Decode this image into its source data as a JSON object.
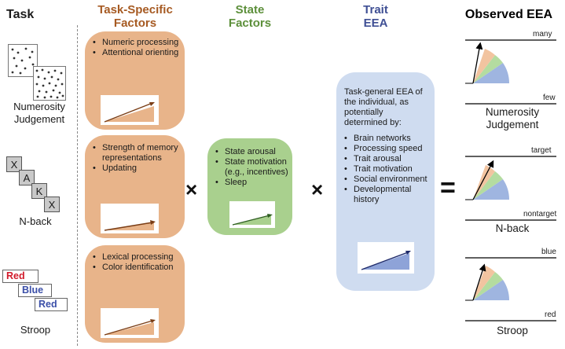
{
  "colors": {
    "task_specific": "#e8b48a",
    "state": "#a9d08e",
    "trait": "#cfdcf0",
    "task_specific_header": "#a65a22",
    "state_header": "#5c8f3a",
    "trait_header": "#3f4f94",
    "stroop_red": "#d11a2a",
    "stroop_blue": "#3b4fa8"
  },
  "headers": {
    "task": "Task",
    "task_specific_1": "Task-Specific",
    "task_specific_2": "Factors",
    "state_1": "State",
    "state_2": "Factors",
    "trait_1": "Trait",
    "trait_2": "EEA",
    "observed": "Observed EEA"
  },
  "tasks": {
    "numerosity_1": "Numerosity",
    "numerosity_2": "Judgement",
    "nback": "N-back",
    "stroop": "Stroop",
    "nback_letters": [
      "X",
      "A",
      "K",
      "X"
    ],
    "stroop_words": [
      "Red",
      "Blue",
      "Red"
    ]
  },
  "task_specific_boxes": [
    {
      "items": [
        "Numeric processing",
        "Attentional orienting"
      ]
    },
    {
      "items": [
        "Strength of memory representations",
        "Updating"
      ]
    },
    {
      "items": [
        "Lexical processing",
        "Color identification"
      ]
    }
  ],
  "state_box": {
    "items": [
      "State arousal",
      "State motivation (e.g., incentives)",
      "Sleep"
    ]
  },
  "trait_box": {
    "lead": "Task-general EEA of the individual, as potentially determined by:",
    "items": [
      "Brain networks",
      "Processing speed",
      "Trait arousal",
      "Trait motivation",
      "Social environment",
      "Developmental history"
    ]
  },
  "operators": {
    "times_1": "×",
    "times_2": "×",
    "equals": "="
  },
  "observed": {
    "numerosity": {
      "top": "many",
      "bottom": "few",
      "label_1": "Numerosity",
      "label_2": "Judgement"
    },
    "nback": {
      "top": "target",
      "bottom": "nontarget",
      "label": "N-back"
    },
    "stroop": {
      "top": "blue",
      "bottom": "red",
      "label": "Stroop"
    }
  }
}
